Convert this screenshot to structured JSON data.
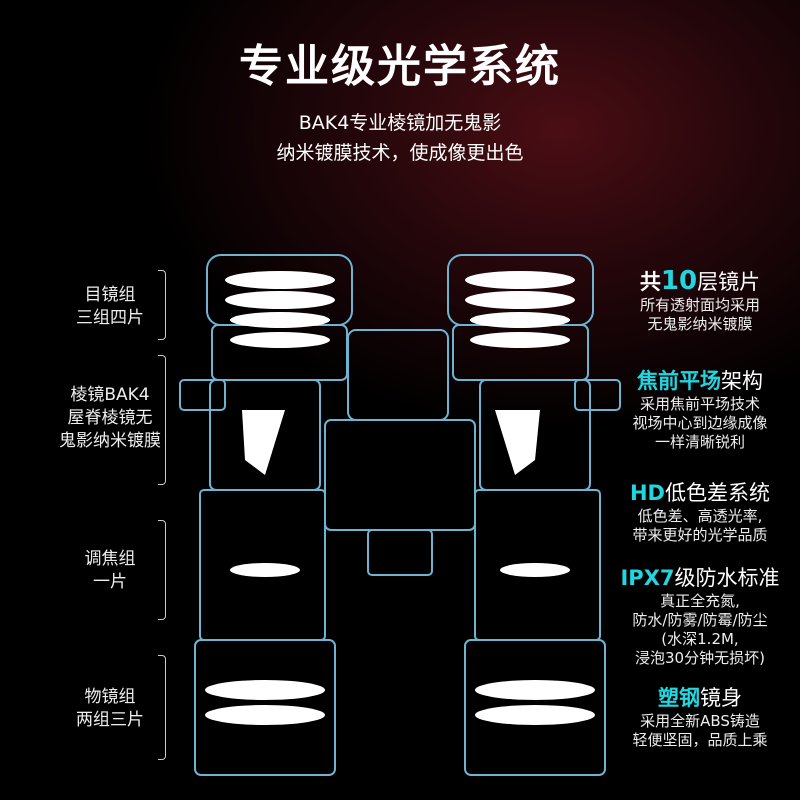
{
  "title": "专业级光学系统",
  "subtitle": [
    "BAK4专业棱镜加无鬼影",
    "纳米镀膜技术，使成像更出色"
  ],
  "left_labels": [
    {
      "lines": [
        "目镜组",
        "三组四片"
      ]
    },
    {
      "lines": [
        "棱镜BAK4",
        "屋脊棱镜无",
        "鬼影纳米镀膜"
      ]
    },
    {
      "lines": [
        "调焦组",
        "一片"
      ]
    },
    {
      "lines": [
        "物镜组",
        "两组三片"
      ]
    }
  ],
  "features": [
    {
      "pre": "共",
      "accent": "10",
      "post": "层镜片",
      "lines": [
        "所有透射面均采用",
        "无鬼影纳米镀膜"
      ]
    },
    {
      "pre": "",
      "accent": "焦前平场",
      "post": "架构",
      "lines": [
        "采用焦前平场技术",
        "视场中心到边缘成像",
        "一样清晰锐利"
      ]
    },
    {
      "pre": "",
      "accent": "HD",
      "post": "低色差系统",
      "lines": [
        "低色差、高透光率,",
        "带来更好的光学品质"
      ]
    },
    {
      "pre": "",
      "accent": "IPX7",
      "post": "级防水标准",
      "lines": [
        "真正全充氮,",
        "防水/防雾/防霉/防尘",
        "(水深1.2M,",
        "浸泡30分钟无损坏)"
      ]
    },
    {
      "pre": "",
      "accent": "塑钢",
      "post": "镜身",
      "lines": [
        "采用全新ABS铸造",
        "轻便坚固，品质上乘"
      ]
    }
  ],
  "colors": {
    "accent": "#22d6df",
    "line": "#6fb3d2"
  }
}
